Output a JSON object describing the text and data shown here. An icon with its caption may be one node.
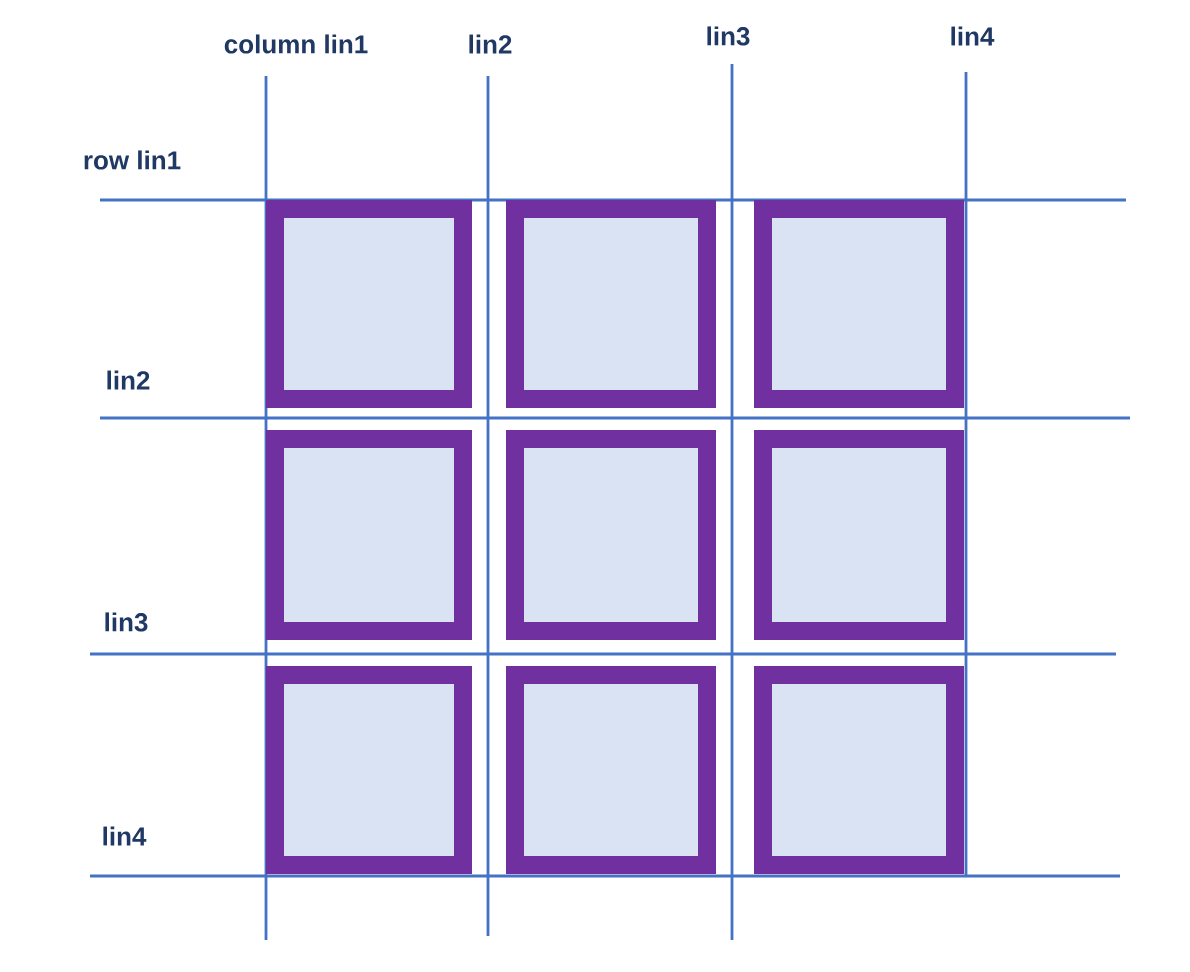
{
  "diagram": {
    "nodes": [
      {
        "text": [],
        "shape": "box"
      },
      {
        "text": [],
        "shape": "box"
      },
      {
        "text": [],
        "shape": "box"
      },
      {
        "text": [],
        "shape": "box"
      },
      {
        "text": [],
        "shape": "box"
      },
      {
        "text": [],
        "shape": "box"
      },
      {
        "text": [],
        "shape": "box"
      },
      {
        "text": [],
        "shape": "box"
      },
      {
        "text": [],
        "shape": "box"
      }
    ],
    "labels": [
      "column lin1",
      "lin2",
      "lin3",
      "lin4",
      "row lin1",
      "lin2",
      "lin3",
      "lin4"
    ]
  }
}
